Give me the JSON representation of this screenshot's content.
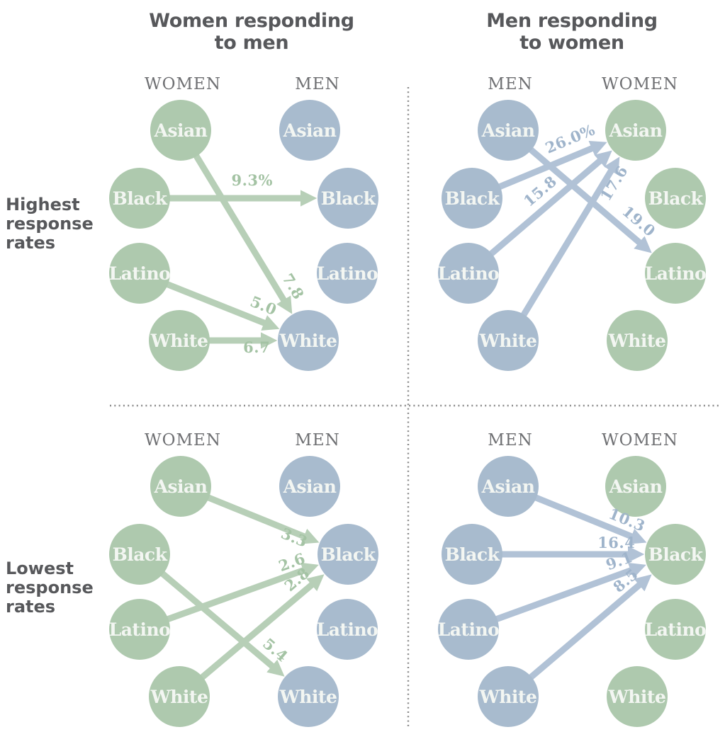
{
  "titles": {
    "left": {
      "line1": "Women responding",
      "line2": "to men"
    },
    "right": {
      "line1": "Men responding",
      "line2": "to women"
    }
  },
  "row_labels": {
    "top": {
      "line1": "Highest",
      "line2": "response",
      "line3": "rates"
    },
    "bottom": {
      "line1": "Lowest",
      "line2": "response",
      "line3": "rates"
    }
  },
  "races": [
    "Asian",
    "Black",
    "Latino",
    "White"
  ],
  "group_labels": {
    "women": "WOMEN",
    "men": "MEN"
  },
  "colors": {
    "women_circle": "#aec9ae",
    "women_arrow": "#b7cfb7",
    "women_value": "#a4c3a4",
    "men_circle": "#a8bbce",
    "men_arrow": "#b1c2d6",
    "men_value": "#9fb4cb",
    "node_text": "#f3f6f2",
    "title_text": "#57585b",
    "header_text": "#6f7073",
    "divider": "#8b8b8b"
  },
  "chart_data": {
    "type": "flow-diagram",
    "title_left": "Women responding to men",
    "title_right": "Men responding to women",
    "units": "response rate, %",
    "quadrants": [
      {
        "id": "highest-women-to-men",
        "row": "Highest response rates",
        "source_group": "women",
        "target_group": "men",
        "source_header": "WOMEN",
        "target_header": "MEN",
        "arrows": [
          {
            "from": "Black",
            "to": "Black",
            "value": "9.3%",
            "label_pos": {
              "t": 0.54,
              "side": 18
            }
          },
          {
            "from": "Asian",
            "to": "White",
            "value": "7.8",
            "label_pos": {
              "t": 0.78,
              "side": 14
            }
          },
          {
            "from": "Latino",
            "to": "White",
            "value": "5.0",
            "label_pos": {
              "t": 0.7,
              "side": 15
            }
          },
          {
            "from": "White",
            "to": "White",
            "value": "6.7",
            "label_pos": {
              "t": 0.6,
              "side": -17
            }
          }
        ]
      },
      {
        "id": "highest-men-to-women",
        "row": "Highest response rates",
        "source_group": "men",
        "target_group": "women",
        "source_header": "MEN",
        "target_header": "WOMEN",
        "arrows": [
          {
            "from": "Black",
            "to": "Asian",
            "value": "26.0%",
            "label_pos": {
              "t": 0.64,
              "side": 17
            }
          },
          {
            "from": "Latino",
            "to": "Asian",
            "value": "15.8",
            "label_pos": {
              "t": 0.49,
              "side": 15
            }
          },
          {
            "from": "White",
            "to": "Asian",
            "value": "17.6",
            "label_pos": {
              "t": 0.77,
              "side": -20
            }
          },
          {
            "from": "Asian",
            "to": "Latino",
            "value": "19.0",
            "label_pos": {
              "t": 0.72,
              "side": 15
            }
          }
        ]
      },
      {
        "id": "lowest-women-to-men",
        "row": "Lowest response rates",
        "source_group": "women",
        "target_group": "men",
        "source_header": "WOMEN",
        "target_header": "MEN",
        "arrows": [
          {
            "from": "Asian",
            "to": "Black",
            "value": "3.3",
            "label_pos": {
              "t": 0.69,
              "side": -14
            }
          },
          {
            "from": "Latino",
            "to": "Black",
            "value": "2.6",
            "label_pos": {
              "t": 0.75,
              "side": 9
            }
          },
          {
            "from": "White",
            "to": "Black",
            "value": "2.8",
            "label_pos": {
              "t": 0.75,
              "side": 12
            }
          },
          {
            "from": "Black",
            "to": "White",
            "value": "5.4",
            "label_pos": {
              "t": 0.75,
              "side": 13
            }
          }
        ]
      },
      {
        "id": "lowest-men-to-women",
        "row": "Lowest response rates",
        "source_group": "men",
        "target_group": "women",
        "source_header": "MEN",
        "target_header": "WOMEN",
        "arrows": [
          {
            "from": "Asian",
            "to": "Black",
            "value": "10.3",
            "label_pos": {
              "t": 0.68,
              "side": 12
            }
          },
          {
            "from": "Black",
            "to": "Black",
            "value": "16.4",
            "label_pos": {
              "t": 0.71,
              "side": 9
            }
          },
          {
            "from": "Latino",
            "to": "Black",
            "value": "9.1",
            "label_pos": {
              "t": 0.75,
              "side": 11
            }
          },
          {
            "from": "White",
            "to": "Black",
            "value": "8.5",
            "label_pos": {
              "t": 0.75,
              "side": 10
            }
          }
        ]
      }
    ]
  }
}
